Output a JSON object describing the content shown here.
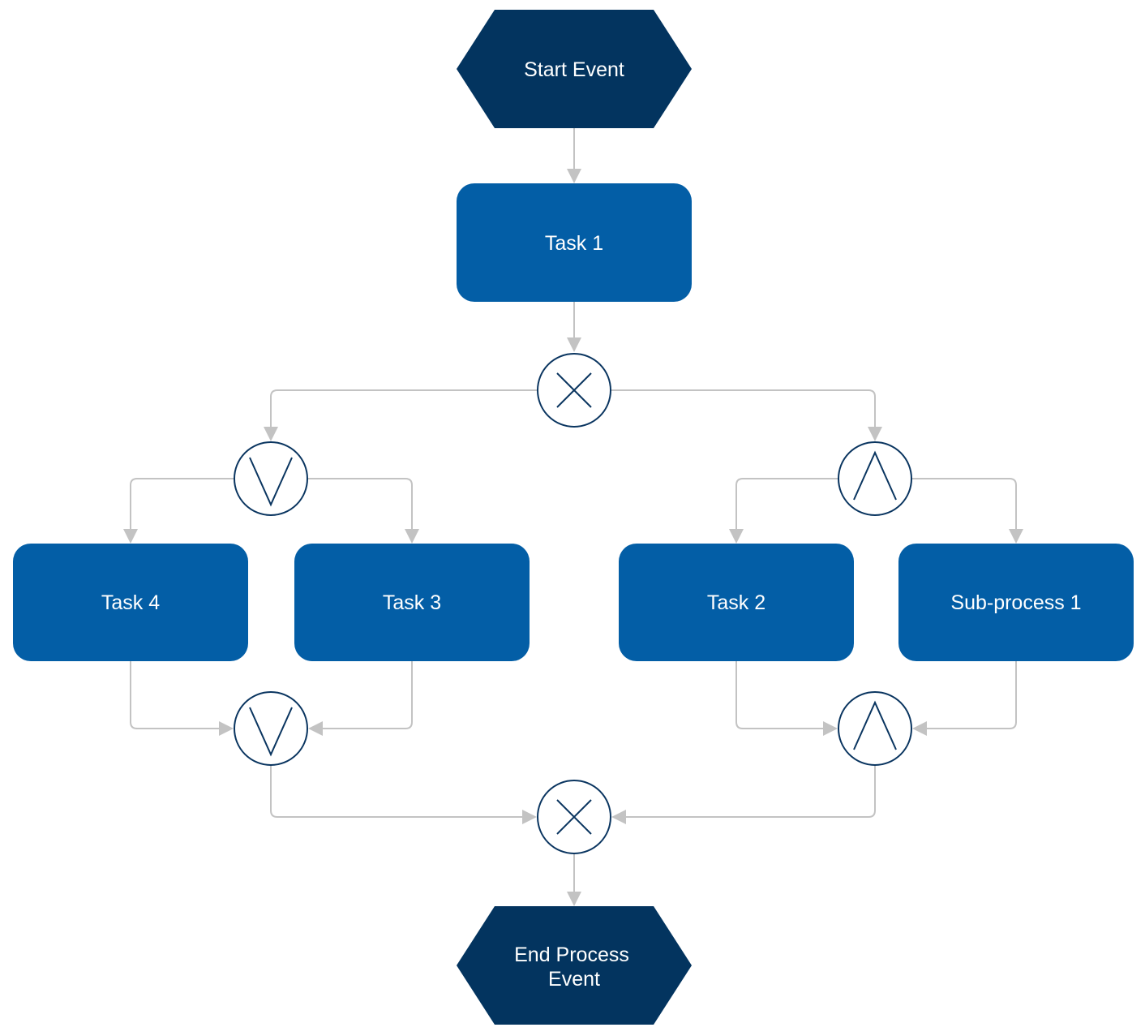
{
  "colors": {
    "event_fill": "#03345f",
    "task_fill": "#035ea6",
    "gateway_stroke": "#0a3560",
    "connector": "#c3c3c3",
    "label_text": "#ffffff"
  },
  "nodes": {
    "start_event": {
      "label": "Start Event",
      "shape": "hexagon"
    },
    "task_1": {
      "label": "Task 1",
      "shape": "rounded-rect"
    },
    "task_2": {
      "label": "Task 2",
      "shape": "rounded-rect"
    },
    "task_3": {
      "label": "Task 3",
      "shape": "rounded-rect"
    },
    "task_4": {
      "label": "Task 4",
      "shape": "rounded-rect"
    },
    "subprocess_1": {
      "label": "Sub-process 1",
      "shape": "rounded-rect"
    },
    "end_event": {
      "label_lines": [
        "End Process",
        "Event"
      ],
      "shape": "hexagon"
    }
  },
  "gateways": [
    {
      "id": "xor-split",
      "type": "xor",
      "icon": "x-mark-icon"
    },
    {
      "id": "or-split",
      "type": "or",
      "icon": "v-mark-icon"
    },
    {
      "id": "and-split",
      "type": "and",
      "icon": "caret-mark-icon"
    },
    {
      "id": "or-join",
      "type": "or",
      "icon": "v-mark-icon"
    },
    {
      "id": "and-join",
      "type": "and",
      "icon": "caret-mark-icon"
    },
    {
      "id": "xor-join",
      "type": "xor",
      "icon": "x-mark-icon"
    }
  ],
  "edges": [
    {
      "from": "start_event",
      "to": "task_1"
    },
    {
      "from": "task_1",
      "to": "xor-split"
    },
    {
      "from": "xor-split",
      "to": "or-split"
    },
    {
      "from": "xor-split",
      "to": "and-split"
    },
    {
      "from": "or-split",
      "to": "task_4"
    },
    {
      "from": "or-split",
      "to": "task_3"
    },
    {
      "from": "and-split",
      "to": "task_2"
    },
    {
      "from": "and-split",
      "to": "subprocess_1"
    },
    {
      "from": "task_4",
      "to": "or-join"
    },
    {
      "from": "task_3",
      "to": "or-join"
    },
    {
      "from": "task_2",
      "to": "and-join"
    },
    {
      "from": "subprocess_1",
      "to": "and-join"
    },
    {
      "from": "or-join",
      "to": "xor-join"
    },
    {
      "from": "and-join",
      "to": "xor-join"
    },
    {
      "from": "xor-join",
      "to": "end_event"
    }
  ]
}
